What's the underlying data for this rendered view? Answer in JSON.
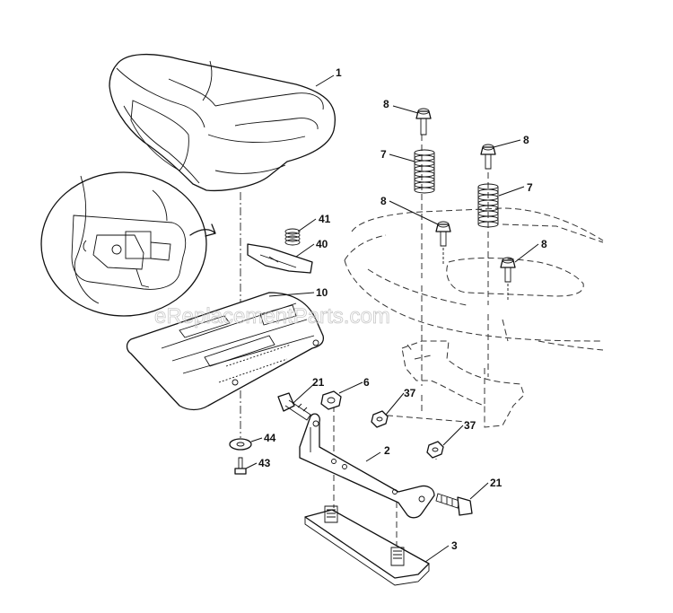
{
  "watermark": "eReplacementParts.com",
  "callouts": {
    "seat": "1",
    "seat_pan": "2",
    "base_plate": "3",
    "nut_6": "6",
    "spring_left": "7",
    "spring_right": "7",
    "bolt_top_left": "8",
    "bolt_top_right": "8",
    "bolt_mid_left": "8",
    "bolt_mid_right": "8",
    "seat_plate": "10",
    "bolt_21_left": "21",
    "bolt_21_right": "21",
    "nut_37_left": "37",
    "nut_37_right": "37",
    "clip": "40",
    "spring_small": "41",
    "bolt_43": "43",
    "washer_44": "44"
  }
}
